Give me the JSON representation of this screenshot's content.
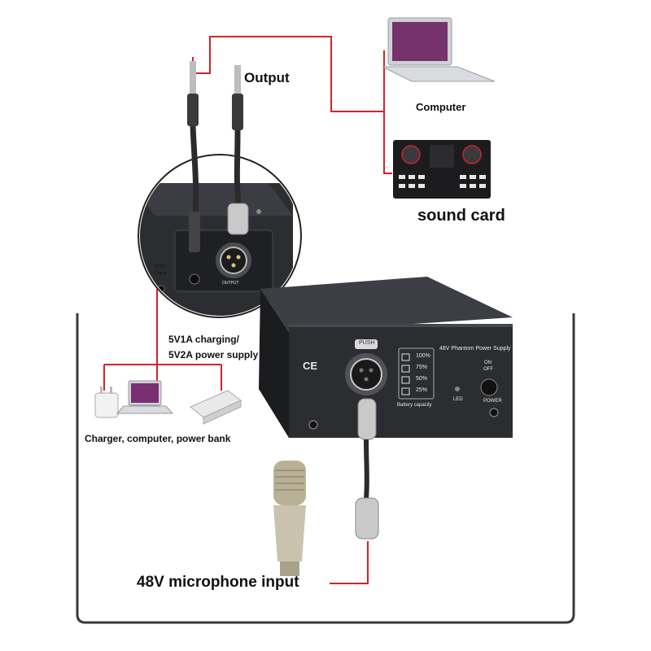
{
  "labels": {
    "output": "Output",
    "computer": "Computer",
    "sound_card": "sound card",
    "charging_line1": "5V1A charging/",
    "charging_line2": "5V2A power supply",
    "charger_caption": "Charger, computer, power bank",
    "mic_input": "48V microphone input"
  },
  "device": {
    "dc_label_1": "DC5V",
    "dc_label_2": "Charge",
    "output_jack_label": "OUTPUT",
    "panel_title": "48V Phantom Power Supply",
    "battery_levels": [
      "100%",
      "75%",
      "50%",
      "25%"
    ],
    "battery_caption": "Battery capacity",
    "led_label": "LED",
    "on_label": "ON",
    "off_label": "OFF",
    "power_label": "POWER",
    "ce_mark": "CE",
    "push_label": "PUSH"
  },
  "colors": {
    "wire": "#d9202a",
    "frame": "#333333",
    "device_body": "#2b2d30",
    "panel": "#1c1d1f"
  }
}
